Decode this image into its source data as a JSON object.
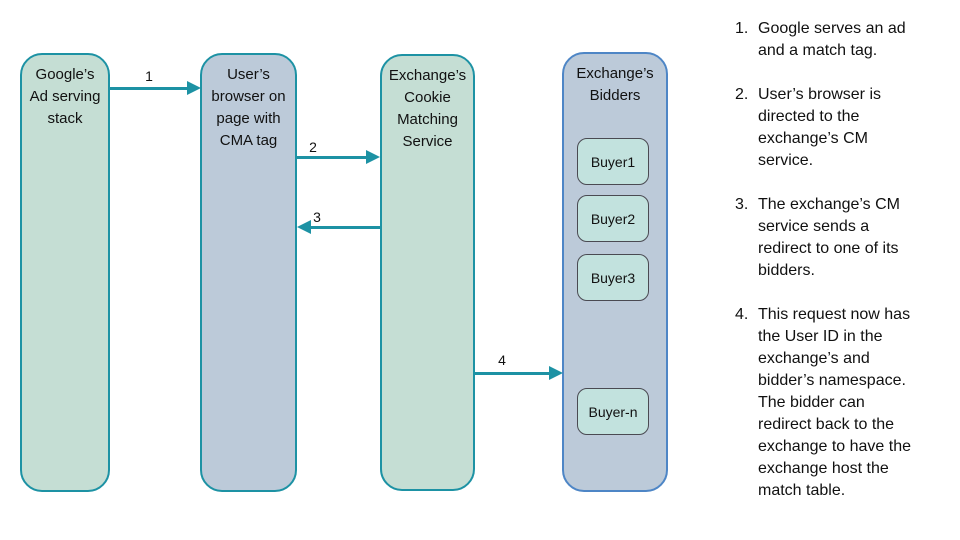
{
  "diagram": {
    "nodes": [
      {
        "lines": [
          "Google’s",
          "Ad serving",
          "stack"
        ]
      },
      {
        "lines": [
          "User’s",
          "browser on",
          "page with",
          "CMA tag"
        ]
      },
      {
        "lines": [
          "Exchange’s",
          "Cookie",
          "Matching",
          "Service"
        ]
      },
      {
        "lines": [
          "Exchange’s",
          "Bidders"
        ]
      }
    ],
    "bidders": [
      "Buyer1",
      "Buyer2",
      "Buyer3",
      "Buyer-n"
    ],
    "arrow_labels": [
      "1",
      "2",
      "3",
      "4"
    ]
  },
  "steps": [
    {
      "number": "1.",
      "lines": [
        "Google serves an ad",
        "and a match tag."
      ]
    },
    {
      "number": "2.",
      "lines": [
        "User’s browser is",
        "directed to the",
        "exchange’s CM",
        "service."
      ]
    },
    {
      "number": "3.",
      "lines": [
        "The exchange’s CM",
        "service sends a",
        "redirect to one of its",
        "bidders."
      ]
    },
    {
      "number": "4.",
      "lines": [
        "This request now has",
        "the User ID in the",
        "exchange’s and",
        "bidder’s namespace.",
        "The bidder can",
        "redirect back to the",
        "exchange to have the",
        "exchange host the",
        "match table."
      ]
    }
  ],
  "colors": {
    "teal_accent": "#1d92a4",
    "green_fill": "#c5ded4",
    "blue_fill": "#bccad9",
    "blue_border": "#4e86c6",
    "buyer_fill": "#c2e2de",
    "buyer_border": "#4a4a52",
    "text": "#111111"
  }
}
